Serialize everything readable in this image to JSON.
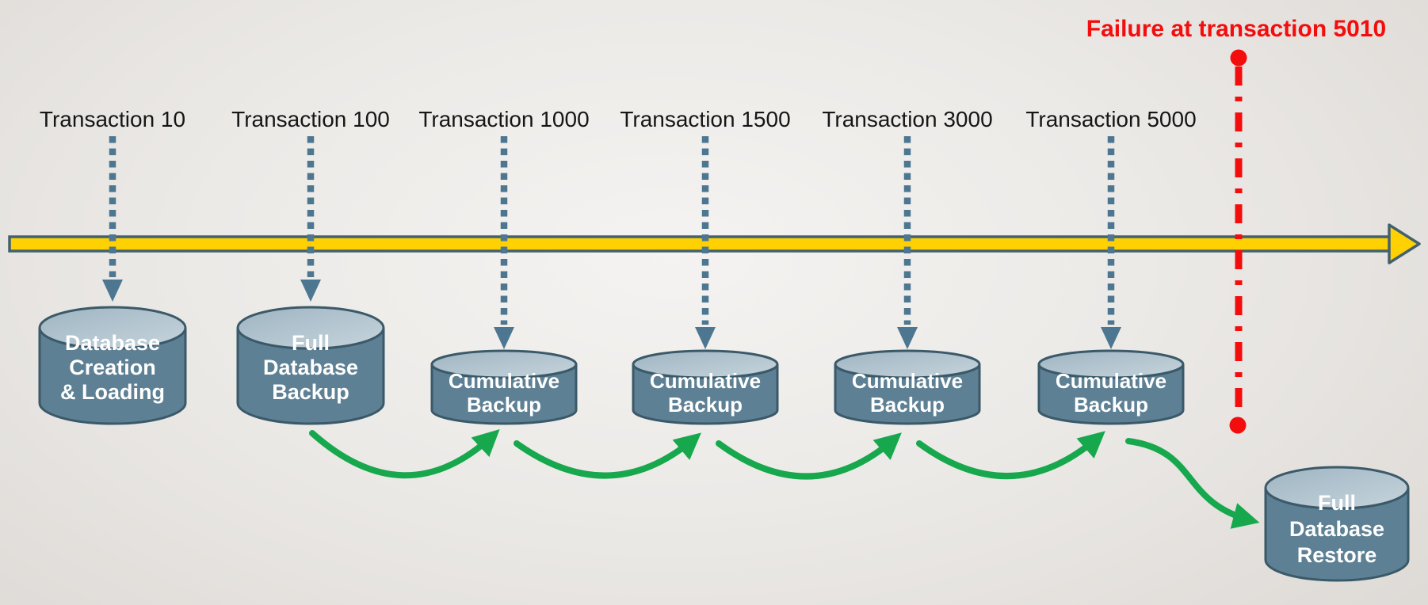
{
  "diagram": {
    "type": "database-backup-timeline",
    "failure_label": "Failure at transaction 5010",
    "transaction_labels": [
      "Transaction 10",
      "Transaction 100",
      "Transaction 1000",
      "Transaction 1500",
      "Transaction 3000",
      "Transaction 5000"
    ],
    "cylinders": [
      {
        "name": "database-creation-loading",
        "lines": [
          "Database",
          "Creation",
          "& Loading"
        ]
      },
      {
        "name": "full-database-backup",
        "lines": [
          "Full",
          "Database",
          "Backup"
        ]
      },
      {
        "name": "cumulative-backup-1",
        "lines": [
          "Cumulative",
          "Backup"
        ]
      },
      {
        "name": "cumulative-backup-2",
        "lines": [
          "Cumulative",
          "Backup"
        ]
      },
      {
        "name": "cumulative-backup-3",
        "lines": [
          "Cumulative",
          "Backup"
        ]
      },
      {
        "name": "cumulative-backup-4",
        "lines": [
          "Cumulative",
          "Backup"
        ]
      },
      {
        "name": "full-database-restore",
        "lines": [
          "Full",
          "Database",
          "Restore"
        ]
      }
    ],
    "colors": {
      "timeline_fill": "#ffd103",
      "timeline_border": "#42616f",
      "cylinder_body": "#5d8094",
      "cylinder_border": "#3a5969",
      "cylinder_cap": "#b5c7d1",
      "dotted_arrow": "#4d7791",
      "green_arrow": "#17a84e",
      "failure_red": "#f30d0d",
      "label_text": "#161616",
      "cylinder_text": "#ffffff"
    }
  }
}
